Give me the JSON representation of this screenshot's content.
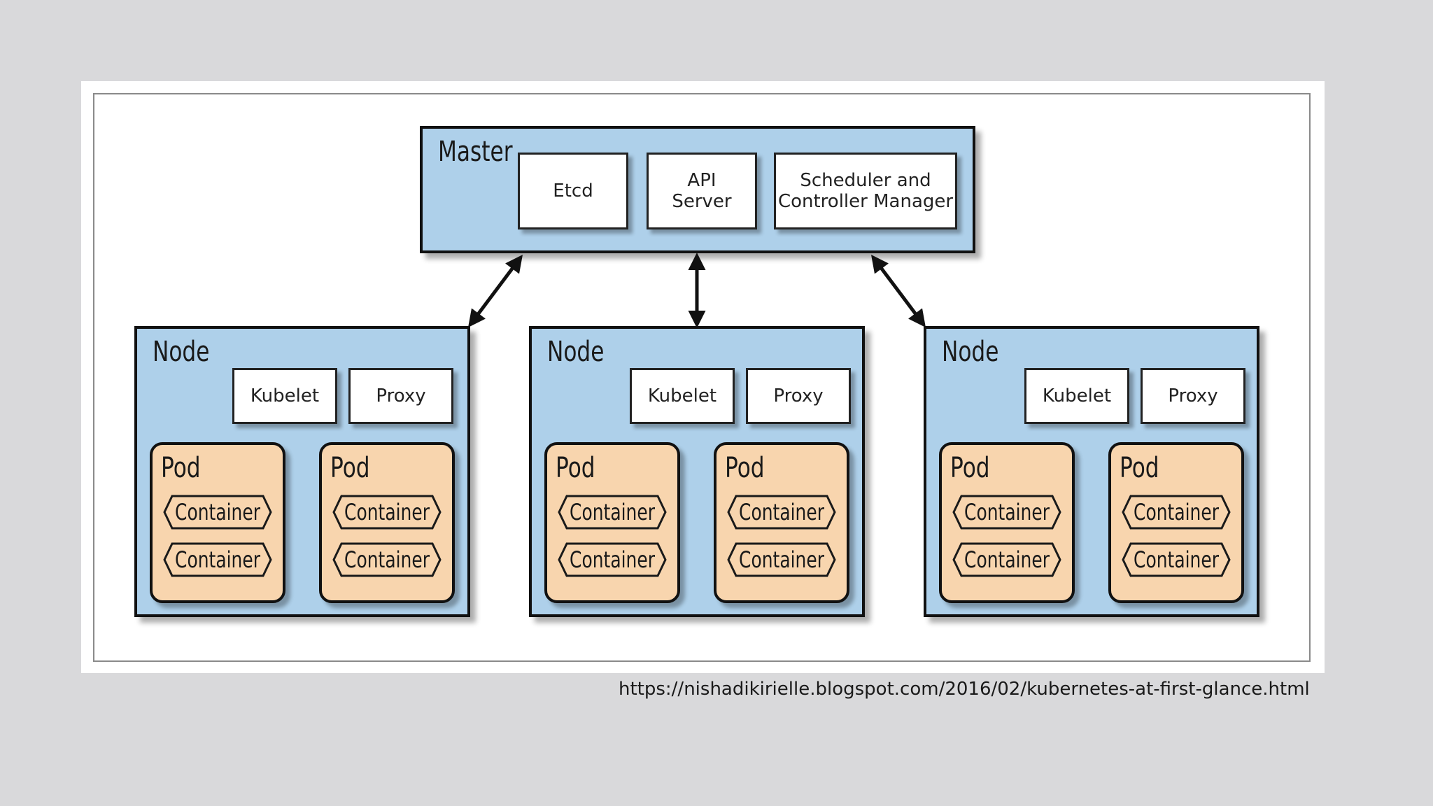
{
  "master": {
    "title": "Master",
    "components": {
      "etcd": "Etcd",
      "api_server": [
        "API",
        "Server"
      ],
      "scheduler": [
        "Scheduler and",
        "Controller Manager"
      ]
    }
  },
  "nodes": [
    {
      "title": "Node",
      "kubelet": "Kubelet",
      "proxy": "Proxy",
      "pods": [
        {
          "title": "Pod",
          "containers": [
            "Container",
            "Container"
          ]
        },
        {
          "title": "Pod",
          "containers": [
            "Container",
            "Container"
          ]
        }
      ]
    },
    {
      "title": "Node",
      "kubelet": "Kubelet",
      "proxy": "Proxy",
      "pods": [
        {
          "title": "Pod",
          "containers": [
            "Container",
            "Container"
          ]
        },
        {
          "title": "Pod",
          "containers": [
            "Container",
            "Container"
          ]
        }
      ]
    },
    {
      "title": "Node",
      "kubelet": "Kubelet",
      "proxy": "Proxy",
      "pods": [
        {
          "title": "Pod",
          "containers": [
            "Container",
            "Container"
          ]
        },
        {
          "title": "Pod",
          "containers": [
            "Container",
            "Container"
          ]
        }
      ]
    }
  ],
  "source_url": "https://nishadikirielle.blogspot.com/2016/02/kubernetes-at-first-glance.html",
  "colors": {
    "panel_fill": "#aed0ea",
    "pod_fill": "#f8d5ae",
    "background": "#d9d9db"
  }
}
